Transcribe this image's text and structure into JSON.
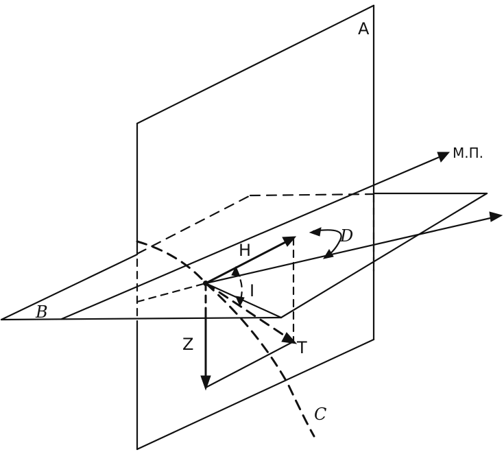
{
  "labels": {
    "plane_a": "A",
    "plane_b": "B",
    "magnetic_meridian": "М.П.",
    "horizontal_component": "H",
    "declination": "D",
    "inclination": "I",
    "vertical_component": "Z",
    "total_field": "T",
    "field_line": "C"
  }
}
